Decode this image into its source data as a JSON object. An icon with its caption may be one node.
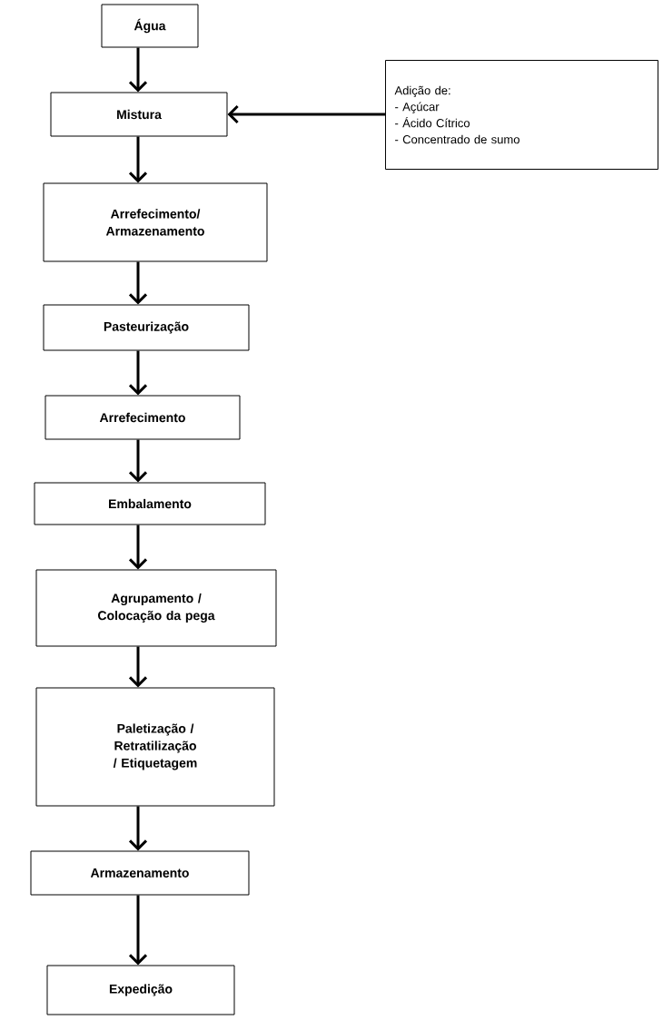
{
  "diagram": {
    "nodes": [
      {
        "text": [
          "Água"
        ]
      },
      {
        "text": [
          "Mistura"
        ]
      },
      {
        "text": [
          "Arrefecimento/ Armazenamento"
        ]
      },
      {
        "text": [
          "Pasteurização"
        ]
      },
      {
        "text": [
          "Arrefecimento"
        ]
      },
      {
        "text": [
          "Embalamento"
        ]
      },
      {
        "text": [
          "Agrupamento / Colocação da pega"
        ]
      },
      {
        "text": [
          "Paletização / Retratilização / Etiquetagem"
        ]
      },
      {
        "text": [
          "Armazenamento"
        ]
      },
      {
        "text": [
          "Expedição"
        ]
      },
      {
        "text": [
          "Adição de:",
          "- Açúcar",
          "- Ácido Cítrico",
          "- Concentrado de sumo"
        ]
      }
    ],
    "edges": [
      {
        "from": 0,
        "to": 1,
        "arrow": "to"
      },
      {
        "from": 1,
        "to": 2,
        "arrow": "to"
      },
      {
        "from": 2,
        "to": 3,
        "arrow": "to"
      },
      {
        "from": 3,
        "to": 4,
        "arrow": "to"
      },
      {
        "from": 4,
        "to": 5,
        "arrow": "to"
      },
      {
        "from": 5,
        "to": 6,
        "arrow": "to"
      },
      {
        "from": 6,
        "to": 7,
        "arrow": "to"
      },
      {
        "from": 7,
        "to": 8,
        "arrow": "to"
      },
      {
        "from": 8,
        "to": 9,
        "arrow": "to"
      },
      {
        "from": 10,
        "to": 1,
        "arrow": "to"
      }
    ]
  }
}
